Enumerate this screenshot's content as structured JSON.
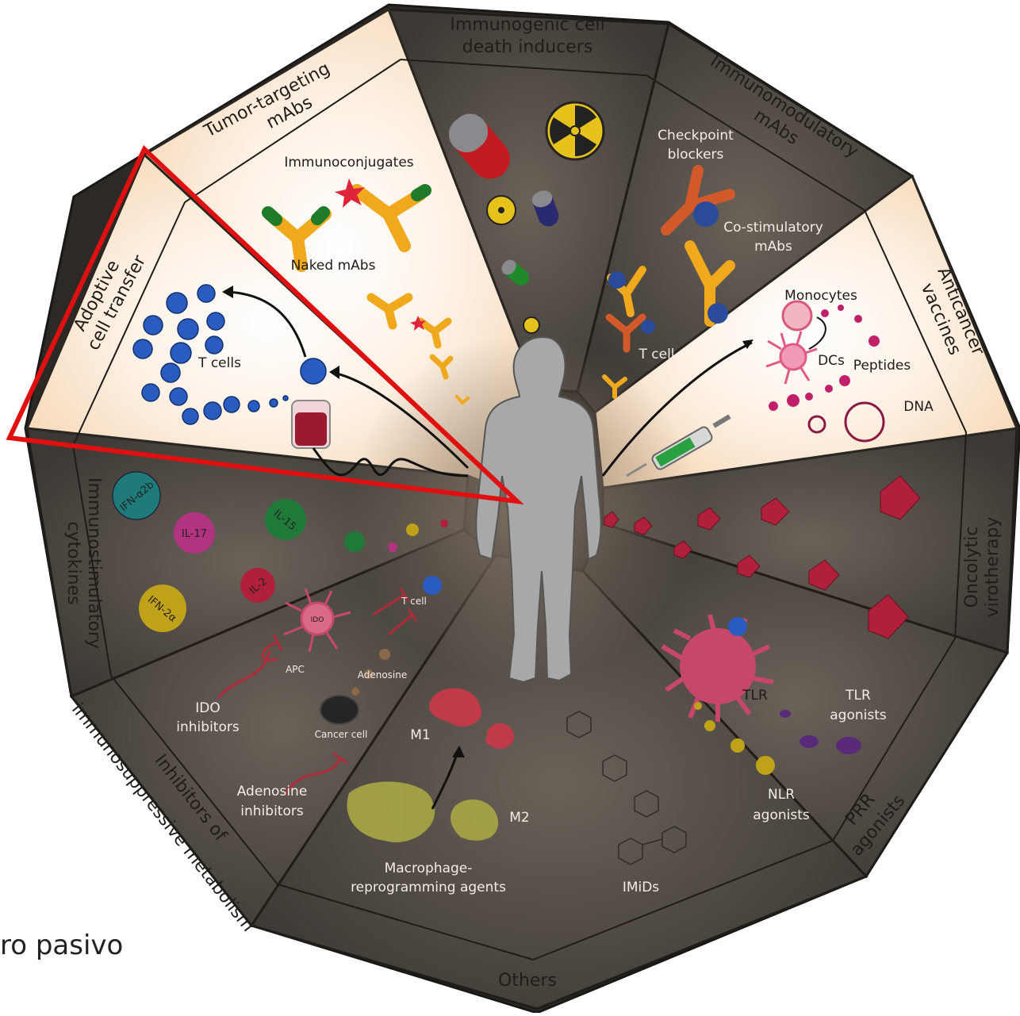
{
  "sectors": {
    "icd": {
      "l1": "Immunogenic cell",
      "l2": "death inducers"
    },
    "immunomod": {
      "l1": "Immunomodulatory",
      "l2": "mAbs"
    },
    "vaccines": {
      "l1": "Anticancer",
      "l2": "vaccines"
    },
    "onco": {
      "l1": "Oncolytic",
      "l2": "virotherapy"
    },
    "prr": {
      "l1": "PRR",
      "l2": "agonists"
    },
    "others": {
      "l1": "Others"
    },
    "inhib": {
      "l1": "Inhibitors of",
      "l2": "immunosuppressive metabolism"
    },
    "cyto": {
      "l1": "Immunostimulatory",
      "l2": "cytokines"
    },
    "act": {
      "l1": "Adoptive",
      "l2": "cell transfer"
    },
    "tumor": {
      "l1": "Tumor-targeting",
      "l2": "mAbs"
    }
  },
  "labels": {
    "immunoconjugates": "Immunoconjugates",
    "naked_mabs": "Naked mAbs",
    "checkpoint1": "Checkpoint",
    "checkpoint2": "blockers",
    "costim1": "Co-stimulatory",
    "costim2": "mAbs",
    "tcell_mab": "T cell",
    "monocytes": "Monocytes",
    "dcs": "DCs",
    "peptides": "Peptides",
    "dna": "DNA",
    "tcells_act": "T cells",
    "il17": "IL-17",
    "il15": "IL-15",
    "il2": "IL-2",
    "ifna2b": "IFN-α2b",
    "ifna2a": "IFN-2α",
    "ido": "IDO",
    "tcell_inhib": "T cell",
    "apc": "APC",
    "adenosine": "Adenosine",
    "ido_inhib1": "IDO",
    "ido_inhib2": "inhibitors",
    "cancer_cell": "Cancer cell",
    "aden_inhib1": "Adenosine",
    "aden_inhib2": "inhibitors",
    "m1": "M1",
    "m2": "M2",
    "macro1": "Macrophage-",
    "macro2": "reprogramming agents",
    "imids": "IMiDs",
    "tlr": "TLR",
    "tlr_ag1": "TLR",
    "tlr_ag2": "agonists",
    "nlr_ag1": "NLR",
    "nlr_ag2": "agonists"
  },
  "caption": "ro pasivo",
  "colors": {
    "highlight": "#e01010",
    "dark_sector": "#4a4540",
    "light_sector": "#fbe6d0",
    "rim": "#2d2a26",
    "antibody": "#f0a81c",
    "tcell_blue": "#2a5cc0"
  }
}
